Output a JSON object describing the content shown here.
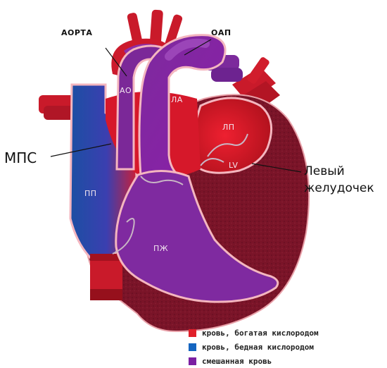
{
  "labels": {
    "aorta": "АОРТА",
    "oap": "ОАП",
    "mps": "МПС",
    "lv_caption_line1": "Левый",
    "lv_caption_line2": "желудочек",
    "ao": "АО",
    "la": "ЛА",
    "lp": "ЛП",
    "lv": "LV",
    "pp": "ПП",
    "pzh": "ПЖ"
  },
  "legend": {
    "items": [
      {
        "text": "кровь, богатая кислородом",
        "color": "#e0202a"
      },
      {
        "text": "кровь, бедная кислородом",
        "color": "#1565c0"
      },
      {
        "text": "смешанная кровь",
        "color": "#7b1fa2"
      }
    ]
  }
}
